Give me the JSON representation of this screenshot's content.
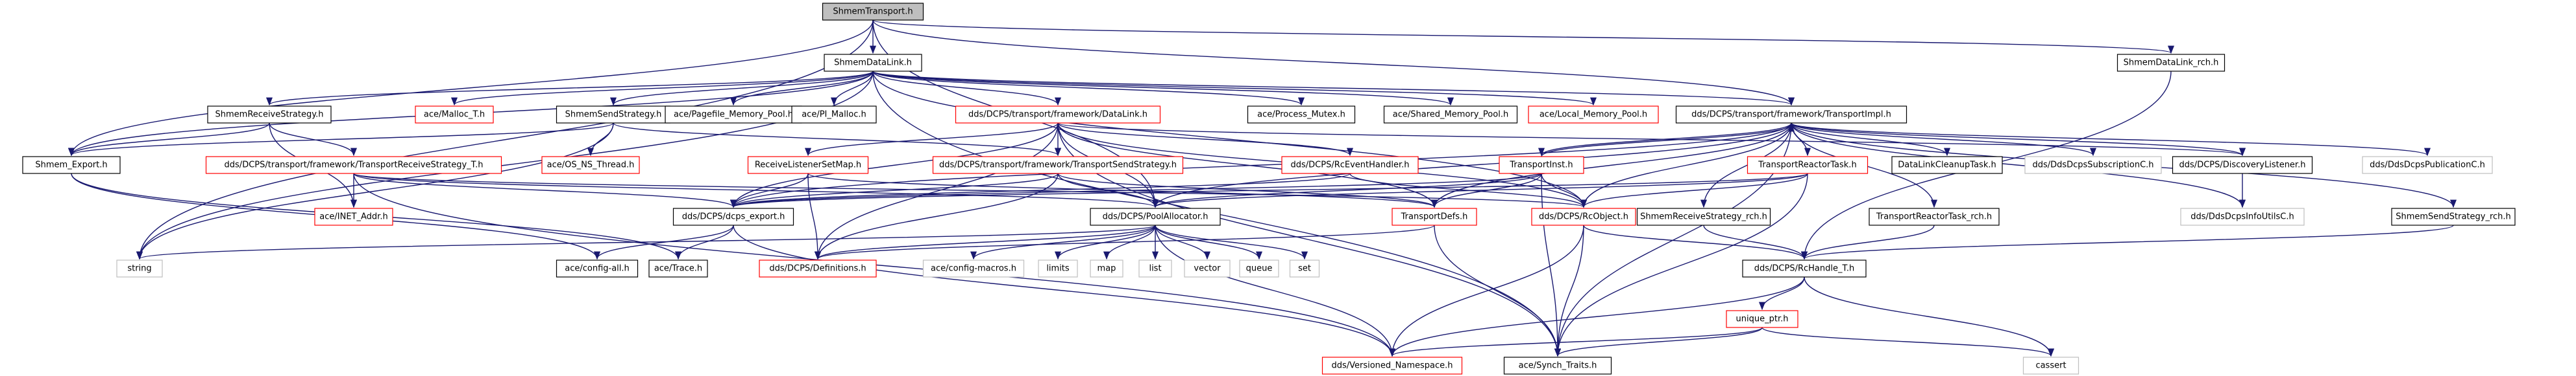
{
  "diagram": {
    "colors": {
      "edge": "#191970",
      "border_black": "#000000",
      "border_red": "#ff0000",
      "border_gray": "#bfbfbf",
      "fill_root": "#bfbfbf",
      "fill": "#ffffff",
      "text": "#000000"
    },
    "nodes": [
      {
        "id": "root",
        "label": "ShmemTransport.h",
        "style": "root"
      },
      {
        "id": "sdl",
        "label": "ShmemDataLink.h",
        "style": "black"
      },
      {
        "id": "sdlrch",
        "label": "ShmemDataLink_rch.h",
        "style": "black"
      },
      {
        "id": "srs",
        "label": "ShmemReceiveStrategy.h",
        "style": "black"
      },
      {
        "id": "malloct",
        "label": "ace/Malloc_T.h",
        "style": "red"
      },
      {
        "id": "sss",
        "label": "ShmemSendStrategy.h",
        "style": "black"
      },
      {
        "id": "pagefile",
        "label": "ace/Pagefile_Memory_Pool.h",
        "style": "black"
      },
      {
        "id": "pimalloc",
        "label": "ace/PI_Malloc.h",
        "style": "black"
      },
      {
        "id": "datalink",
        "label": "dds/DCPS/transport/framework/DataLink.h",
        "style": "red"
      },
      {
        "id": "procmutex",
        "label": "ace/Process_Mutex.h",
        "style": "black"
      },
      {
        "id": "sharedmem",
        "label": "ace/Shared_Memory_Pool.h",
        "style": "black"
      },
      {
        "id": "localmem",
        "label": "ace/Local_Memory_Pool.h",
        "style": "red"
      },
      {
        "id": "timpl",
        "label": "dds/DCPS/transport/framework/TransportImpl.h",
        "style": "black"
      },
      {
        "id": "export",
        "label": "Shmem_Export.h",
        "style": "black"
      },
      {
        "id": "trst",
        "label": "dds/DCPS/transport/framework/TransportReceiveStrategy_T.h",
        "style": "red"
      },
      {
        "id": "osns",
        "label": "ace/OS_NS_Thread.h",
        "style": "red"
      },
      {
        "id": "rlsm",
        "label": "ReceiveListenerSetMap.h",
        "style": "red"
      },
      {
        "id": "tss",
        "label": "dds/DCPS/transport/framework/TransportSendStrategy.h",
        "style": "red"
      },
      {
        "id": "reh",
        "label": "dds/DCPS/RcEventHandler.h",
        "style": "red"
      },
      {
        "id": "tinst",
        "label": "TransportInst.h",
        "style": "red"
      },
      {
        "id": "trt",
        "label": "TransportReactorTask.h",
        "style": "red"
      },
      {
        "id": "dlct",
        "label": "DataLinkCleanupTask.h",
        "style": "black"
      },
      {
        "id": "ddssubc",
        "label": "dds/DdsDcpsSubscriptionC.h",
        "style": "gray"
      },
      {
        "id": "discl",
        "label": "dds/DCPS/DiscoveryListener.h",
        "style": "black"
      },
      {
        "id": "ddspubc",
        "label": "dds/DdsDcpsPublicationC.h",
        "style": "gray"
      },
      {
        "id": "inetaddr",
        "label": "ace/INET_Addr.h",
        "style": "red"
      },
      {
        "id": "dcpsexport",
        "label": "dds/DCPS/dcps_export.h",
        "style": "black"
      },
      {
        "id": "pool",
        "label": "dds/DCPS/PoolAllocator.h",
        "style": "black"
      },
      {
        "id": "tdefs",
        "label": "TransportDefs.h",
        "style": "red"
      },
      {
        "id": "rcobj",
        "label": "dds/DCPS/RcObject.h",
        "style": "red"
      },
      {
        "id": "srsrch",
        "label": "ShmemReceiveStrategy_rch.h",
        "style": "black"
      },
      {
        "id": "trtrch",
        "label": "TransportReactorTask_rch.h",
        "style": "black"
      },
      {
        "id": "infoutils",
        "label": "dds/DdsDcpsInfoUtilsC.h",
        "style": "gray"
      },
      {
        "id": "sssrch",
        "label": "ShmemSendStrategy_rch.h",
        "style": "black"
      },
      {
        "id": "string",
        "label": "string",
        "style": "gray"
      },
      {
        "id": "configall",
        "label": "ace/config-all.h",
        "style": "black"
      },
      {
        "id": "trace",
        "label": "ace/Trace.h",
        "style": "black"
      },
      {
        "id": "defs",
        "label": "dds/DCPS/Definitions.h",
        "style": "red"
      },
      {
        "id": "configmacros",
        "label": "ace/config-macros.h",
        "style": "gray"
      },
      {
        "id": "limits",
        "label": "limits",
        "style": "gray"
      },
      {
        "id": "map",
        "label": "map",
        "style": "gray"
      },
      {
        "id": "list",
        "label": "list",
        "style": "gray"
      },
      {
        "id": "vector",
        "label": "vector",
        "style": "gray"
      },
      {
        "id": "queue",
        "label": "queue",
        "style": "gray"
      },
      {
        "id": "set",
        "label": "set",
        "style": "gray"
      },
      {
        "id": "rchandle",
        "label": "dds/DCPS/RcHandle_T.h",
        "style": "black"
      },
      {
        "id": "uniqueptr",
        "label": "unique_ptr.h",
        "style": "red"
      },
      {
        "id": "versioned",
        "label": "dds/Versioned_Namespace.h",
        "style": "red"
      },
      {
        "id": "synch",
        "label": "ace/Synch_Traits.h",
        "style": "black"
      },
      {
        "id": "cassert",
        "label": "cassert",
        "style": "gray"
      }
    ],
    "edges": [
      [
        "root",
        "sdl"
      ],
      [
        "root",
        "sdlrch"
      ],
      [
        "root",
        "timpl"
      ],
      [
        "root",
        "export"
      ],
      [
        "root",
        "string"
      ],
      [
        "root",
        "pool"
      ],
      [
        "sdl",
        "srs"
      ],
      [
        "sdl",
        "malloct"
      ],
      [
        "sdl",
        "sss"
      ],
      [
        "sdl",
        "pagefile"
      ],
      [
        "sdl",
        "pimalloc"
      ],
      [
        "sdl",
        "datalink"
      ],
      [
        "sdl",
        "procmutex"
      ],
      [
        "sdl",
        "sharedmem"
      ],
      [
        "sdl",
        "localmem"
      ],
      [
        "sdl",
        "timpl"
      ],
      [
        "sdl",
        "export"
      ],
      [
        "sdl",
        "string"
      ],
      [
        "sdl",
        "rcobj"
      ],
      [
        "sdl",
        "synch"
      ],
      [
        "sdlrch",
        "rchandle"
      ],
      [
        "srs",
        "export"
      ],
      [
        "srs",
        "trst"
      ],
      [
        "srs",
        "inetaddr"
      ],
      [
        "sss",
        "export"
      ],
      [
        "sss",
        "tss"
      ],
      [
        "sss",
        "osns"
      ],
      [
        "sss",
        "string"
      ],
      [
        "datalink",
        "rlsm"
      ],
      [
        "datalink",
        "tss"
      ],
      [
        "datalink",
        "reh"
      ],
      [
        "datalink",
        "dcpsexport"
      ],
      [
        "datalink",
        "pool"
      ],
      [
        "datalink",
        "tdefs"
      ],
      [
        "datalink",
        "rcobj"
      ],
      [
        "datalink",
        "synch"
      ],
      [
        "datalink",
        "discl"
      ],
      [
        "datalink",
        "defs"
      ],
      [
        "timpl",
        "tinst"
      ],
      [
        "timpl",
        "trt"
      ],
      [
        "timpl",
        "dlct"
      ],
      [
        "timpl",
        "ddssubc"
      ],
      [
        "timpl",
        "discl"
      ],
      [
        "timpl",
        "ddspubc"
      ],
      [
        "timpl",
        "dcpsexport"
      ],
      [
        "timpl",
        "pool"
      ],
      [
        "timpl",
        "tdefs"
      ],
      [
        "timpl",
        "rcobj"
      ],
      [
        "timpl",
        "srsrch"
      ],
      [
        "timpl",
        "sssrch"
      ],
      [
        "timpl",
        "synch"
      ],
      [
        "timpl",
        "infoutils"
      ],
      [
        "timpl",
        "trtrch"
      ],
      [
        "export",
        "configall"
      ],
      [
        "export",
        "trace"
      ],
      [
        "trst",
        "inetaddr"
      ],
      [
        "trst",
        "dcpsexport"
      ],
      [
        "trst",
        "pool"
      ],
      [
        "trst",
        "rcobj"
      ],
      [
        "trst",
        "versioned"
      ],
      [
        "rlsm",
        "dcpsexport"
      ],
      [
        "rlsm",
        "tdefs"
      ],
      [
        "rlsm",
        "defs"
      ],
      [
        "tss",
        "dcpsexport"
      ],
      [
        "tss",
        "pool"
      ],
      [
        "tss",
        "tdefs"
      ],
      [
        "tss",
        "defs"
      ],
      [
        "reh",
        "rcobj"
      ],
      [
        "reh",
        "dcpsexport"
      ],
      [
        "tinst",
        "dcpsexport"
      ],
      [
        "tinst",
        "pool"
      ],
      [
        "tinst",
        "tdefs"
      ],
      [
        "tinst",
        "rcobj"
      ],
      [
        "tinst",
        "synch"
      ],
      [
        "tinst",
        "timpl"
      ],
      [
        "trt",
        "dcpsexport"
      ],
      [
        "trt",
        "pool"
      ],
      [
        "trt",
        "rcobj"
      ],
      [
        "trt",
        "synch"
      ],
      [
        "discl",
        "infoutils"
      ],
      [
        "dcpsexport",
        "configall"
      ],
      [
        "dcpsexport",
        "trace"
      ],
      [
        "dcpsexport",
        "versioned"
      ],
      [
        "pool",
        "configmacros"
      ],
      [
        "pool",
        "limits"
      ],
      [
        "pool",
        "map"
      ],
      [
        "pool",
        "list"
      ],
      [
        "pool",
        "vector"
      ],
      [
        "pool",
        "queue"
      ],
      [
        "pool",
        "set"
      ],
      [
        "pool",
        "string"
      ],
      [
        "pool",
        "defs"
      ],
      [
        "pool",
        "versioned"
      ],
      [
        "tdefs",
        "defs"
      ],
      [
        "tdefs",
        "synch"
      ],
      [
        "rcobj",
        "rchandle"
      ],
      [
        "rcobj",
        "synch"
      ],
      [
        "rcobj",
        "versioned"
      ],
      [
        "srsrch",
        "rchandle"
      ],
      [
        "trtrch",
        "rchandle"
      ],
      [
        "sssrch",
        "rchandle"
      ],
      [
        "rchandle",
        "uniqueptr"
      ],
      [
        "rchandle",
        "versioned"
      ],
      [
        "rchandle",
        "cassert"
      ],
      [
        "uniqueptr",
        "versioned"
      ],
      [
        "uniqueptr",
        "synch"
      ],
      [
        "uniqueptr",
        "cassert"
      ]
    ]
  }
}
